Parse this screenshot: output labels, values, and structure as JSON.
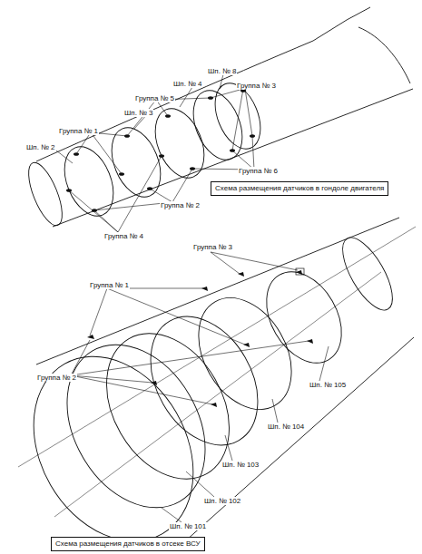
{
  "diagram": {
    "nodes": [
      {
        "text": [
          "Схема размещения датчиков в гондоле двигателя"
        ]
      },
      {
        "text": [
          "Схема размещения датчиков в отсеке ВСУ"
        ]
      }
    ],
    "labels": [
      "Шп. № 8",
      "Шп. № 4",
      "Группа № 5",
      "Группа № 3",
      "Шп. № 3",
      "Группа № 1",
      "Шп. № 2",
      "Группа № 6",
      "Группа № 2",
      "Группа № 4",
      "Группа № 3",
      "Группа № 1",
      "Группа № 2",
      "Шп. № 105",
      "Шп. № 104",
      "Шп. № 103",
      "Шп. № 102",
      "Шп. № 101"
    ]
  }
}
